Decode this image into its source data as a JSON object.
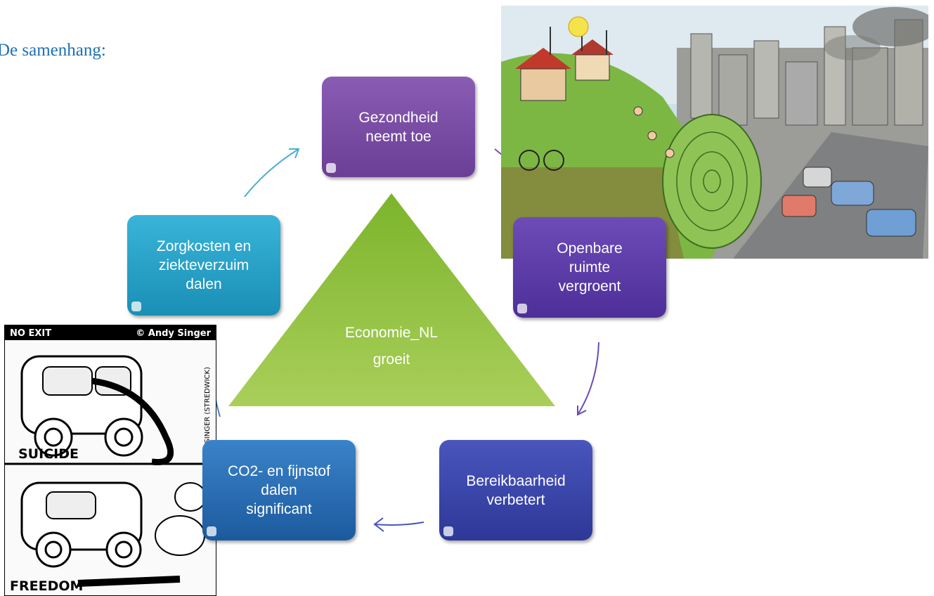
{
  "title": "De samenhang:",
  "center": {
    "line1": "Economie_NL",
    "line2": "groeit"
  },
  "nodes": {
    "health": {
      "line1": "Gezondheid",
      "line2": "neemt toe"
    },
    "space": {
      "line1": "Openbare",
      "line2": "ruimte",
      "line3": "vergroent"
    },
    "access": {
      "line1": "Bereikbaarheid",
      "line2": "verbetert"
    },
    "co2": {
      "line1": "CO2- en fijnstof",
      "line2": "dalen",
      "line3": "significant"
    },
    "care": {
      "line1": "Zorgkosten en",
      "line2": "ziekteverzuim",
      "line3": "dalen"
    }
  },
  "cartoon": {
    "header_left": "NO EXIT",
    "header_right": "© Andy Singer",
    "panel1": "SUICIDE",
    "panel2": "FREEDOM",
    "credit": "SINGER (STREDWICK)"
  },
  "colors": {
    "title": "#1f6fb5",
    "triangle": "#8fbf3a",
    "arrow": "#4aaed6"
  }
}
